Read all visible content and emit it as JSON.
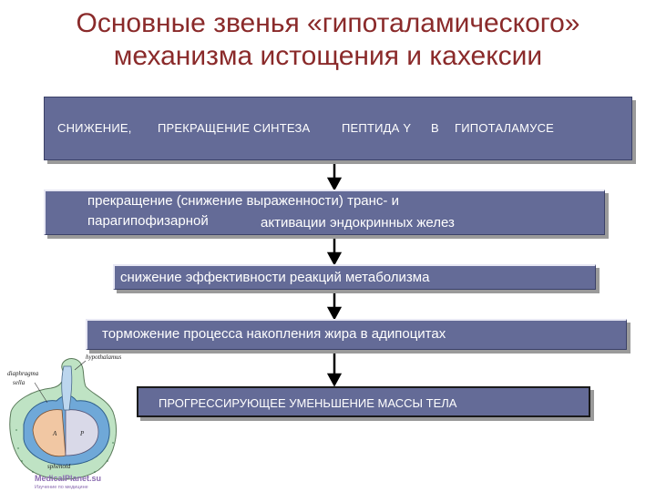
{
  "title": {
    "line1": "Основные звенья «гипоталамического»",
    "line2": "механизма истощения и кахексии"
  },
  "steps": {
    "s1": {
      "part1": "СНИЖЕНИЕ,",
      "part2": "ПРЕКРАЩЕНИЕ СИНТЕЗА",
      "part3": "ПЕПТИДА Y",
      "part4": "В",
      "part5": "ГИПОТАЛАМУСЕ"
    },
    "s2": {
      "line1": "прекращение (снижение выраженности) транс- и",
      "line2a": "парагипофизарной",
      "line2b": "активации эндокринных желез"
    },
    "s3": {
      "text": "снижение эффективности реакций метаболизма"
    },
    "s4": {
      "text": "торможение процесса накопления жира в адипоцитах"
    },
    "s5": {
      "text": "ПРОГРЕССИРУЮЩЕЕ УМЕНЬШЕНИЕ МАССЫ ТЕЛА"
    }
  },
  "illustration": {
    "label_hypothalamus": "hypothalamus",
    "label_diaphragma": "diaphragma",
    "label_sella": "sella",
    "label_a": "A",
    "label_p": "P",
    "label_sphenoid": "sphenoid",
    "watermark": "MedicalPlanet.su",
    "watermark_sub": "Изучение по медицине"
  },
  "colors": {
    "box_fill": "#646b97",
    "title": "#8a2a2a",
    "arrow": "#000000"
  }
}
